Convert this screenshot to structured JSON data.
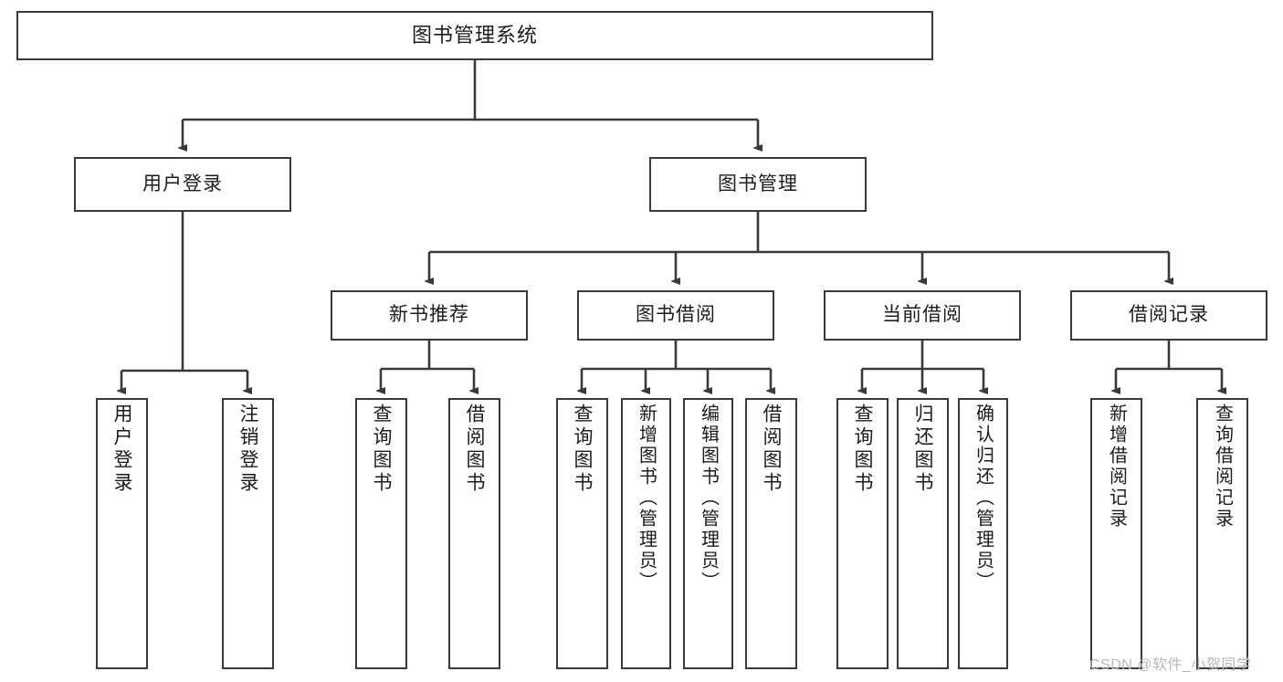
{
  "diagram": {
    "title": "图书管理系统",
    "type": "hierarchy-tree",
    "watermark": "CSDN @软件_小贺同学",
    "colors": {
      "background": "#ffffff",
      "box_border": "#3a3a3a",
      "box_fill": "#ffffff",
      "connector": "#3a3a3a",
      "text": "#1c1c1c",
      "watermark": "#b8b8b8"
    },
    "root": {
      "label": "图书管理系统"
    },
    "level1": [
      {
        "label": "用户登录"
      },
      {
        "label": "图书管理"
      }
    ],
    "level2": [
      {
        "label": "新书推荐"
      },
      {
        "label": "图书借阅"
      },
      {
        "label": "当前借阅"
      },
      {
        "label": "借阅记录"
      }
    ],
    "leaves": {
      "user_login": [
        {
          "label": "用户登录"
        },
        {
          "label": "注销登录"
        }
      ],
      "new_book_recommend": [
        {
          "label": "查询图书"
        },
        {
          "label": "借阅图书"
        }
      ],
      "book_borrow": [
        {
          "label": "查询图书"
        },
        {
          "label": "新增图书（管理员）"
        },
        {
          "label": "编辑图书（管理员）"
        },
        {
          "label": "借阅图书"
        }
      ],
      "current_borrow": [
        {
          "label": "查询图书"
        },
        {
          "label": "归还图书"
        },
        {
          "label": "确认归还（管理员）"
        }
      ],
      "borrow_record": [
        {
          "label": "新增借阅记录"
        },
        {
          "label": "查询借阅记录"
        }
      ]
    }
  }
}
